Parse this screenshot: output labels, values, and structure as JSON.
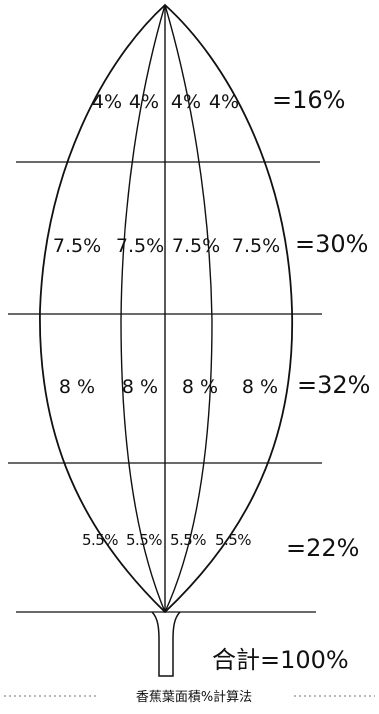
{
  "bands": [
    {
      "cells": [
        "4%",
        "4%",
        "4%",
        "4%"
      ],
      "total": "=16%"
    },
    {
      "cells": [
        "7.5%",
        "7.5%",
        "7.5%",
        "7.5%"
      ],
      "total": "=30%"
    },
    {
      "cells": [
        "8 %",
        "8 %",
        "8 %",
        "8 %"
      ],
      "total": "=32%"
    },
    {
      "cells": [
        "5.5%",
        "5.5%",
        "5.5%",
        "5.5%"
      ],
      "total": "=22%"
    }
  ],
  "grand_total": "合計=100%",
  "caption": "香蕉葉面積%計算法",
  "colors": {
    "ink": "#111111",
    "paper": "#ffffff"
  }
}
